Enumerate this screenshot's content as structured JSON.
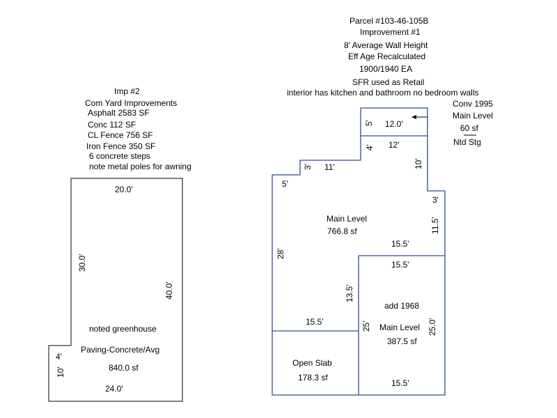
{
  "colors": {
    "outline_improvement2": "#000000",
    "outline_improvement1": "#2e4d8c",
    "text": "#000000"
  },
  "improvement2": {
    "title": "Imp #2",
    "notes": [
      "Com Yard Improvements",
      "Asphalt 2583 SF",
      "Conc 112 SF",
      "CL Fence 756 SF",
      "Iron Fence 350 SF",
      "6 concrete steps",
      "note metal poles for awning"
    ],
    "dims": {
      "top": "20.0'",
      "left_upper": "30.0'",
      "right": "40.0'",
      "left_lower": "10'",
      "step": "4'",
      "bottom": "24.0'"
    },
    "area": {
      "note": "noted greenhouse",
      "label": "Paving-Concrete/Avg",
      "size": "840.0 sf"
    }
  },
  "improvement1": {
    "header": [
      "Parcel #103-46-105B",
      "Improvement #1",
      "8' Average Wall Height",
      "Eff Age Recalculated",
      "1900/1940 EA",
      "SFR used as Retail",
      "interior has kitchen and bathroom no bedroom walls"
    ],
    "callout": {
      "line1": "Conv 1995",
      "line2": "Main Level",
      "line3": "60 sf",
      "line4": "Ntd Stg"
    },
    "dims": {
      "bay_top": "12.0'",
      "bay_left": "5'",
      "step_a": "4'",
      "step_b": "12'",
      "right_upper": "10'",
      "step_c": "3'",
      "step_d": "11'",
      "step_e": "5'",
      "right_step": "3'",
      "right_mid": "11.5'",
      "left_main": "28'",
      "main_bottom_right": "15.5'",
      "add_top": "15.5'",
      "add_left_upper": "13.5'",
      "slab_top": "15.5'",
      "add_left_lower": "25'",
      "add_right": "25.0'",
      "add_bottom": "15.5'"
    },
    "main_area": {
      "label": "Main Level",
      "size": "766.8 sf"
    },
    "addition": {
      "year": "add 1968",
      "label": "Main Level",
      "size": "387.5 sf"
    },
    "slab": {
      "label": "Open Slab",
      "size": "178.3 sf"
    }
  }
}
